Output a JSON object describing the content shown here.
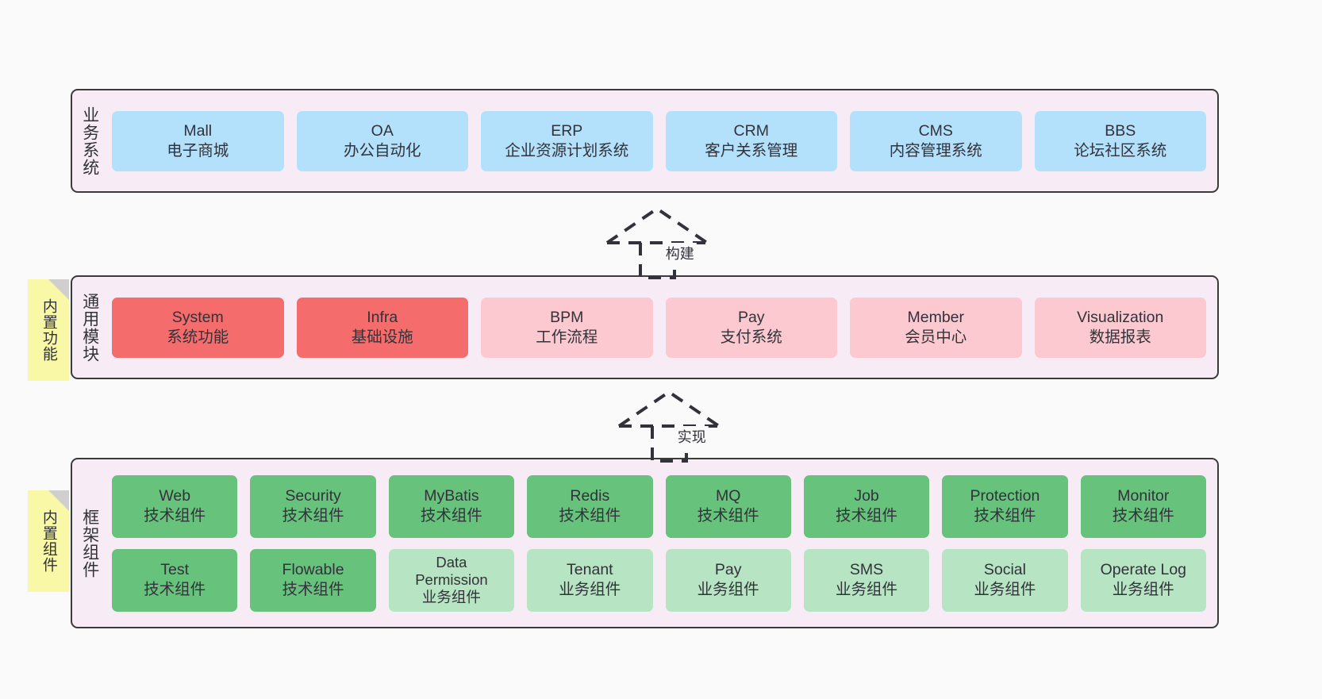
{
  "diagram": {
    "background_color": "#fafafa",
    "panel_color": "#f7ecf5",
    "border_color": "#3b3b3b",
    "note_color": "#f8f8a6"
  },
  "layers": [
    {
      "id": "business-system",
      "title": "业务系统",
      "rows": [
        [
          {
            "en": "Mall",
            "cn": "电子商城",
            "color": "#b3e0fb",
            "style": "c-blue"
          },
          {
            "en": "OA",
            "cn": "办公自动化",
            "color": "#b3e0fb",
            "style": "c-blue"
          },
          {
            "en": "ERP",
            "cn": "企业资源计划系统",
            "color": "#b3e0fb",
            "style": "c-blue"
          },
          {
            "en": "CRM",
            "cn": "客户关系管理",
            "color": "#b3e0fb",
            "style": "c-blue"
          },
          {
            "en": "CMS",
            "cn": "内容管理系统",
            "color": "#b3e0fb",
            "style": "c-blue"
          },
          {
            "en": "BBS",
            "cn": "论坛社区系统",
            "color": "#b3e0fb",
            "style": "c-blue"
          }
        ]
      ]
    },
    {
      "id": "common-module",
      "title": "通用模块",
      "note": "内置功能",
      "rows": [
        [
          {
            "en": "System",
            "cn": "系统功能",
            "color": "#f56c6c",
            "style": "c-red"
          },
          {
            "en": "Infra",
            "cn": "基础设施",
            "color": "#f56c6c",
            "style": "c-red"
          },
          {
            "en": "BPM",
            "cn": "工作流程",
            "color": "#fbc9cf",
            "style": "c-pink"
          },
          {
            "en": "Pay",
            "cn": "支付系统",
            "color": "#fbc9cf",
            "style": "c-pink"
          },
          {
            "en": "Member",
            "cn": "会员中心",
            "color": "#fbc9cf",
            "style": "c-pink"
          },
          {
            "en": "Visualization",
            "cn": "数据报表",
            "color": "#fbc9cf",
            "style": "c-pink"
          }
        ]
      ]
    },
    {
      "id": "framework-component",
      "title": "框架组件",
      "note": "内置组件",
      "rows": [
        [
          {
            "en": "Web",
            "cn": "技术组件",
            "color": "#67c27c",
            "style": "c-green"
          },
          {
            "en": "Security",
            "cn": "技术组件",
            "color": "#67c27c",
            "style": "c-green"
          },
          {
            "en": "MyBatis",
            "cn": "技术组件",
            "color": "#67c27c",
            "style": "c-green"
          },
          {
            "en": "Redis",
            "cn": "技术组件",
            "color": "#67c27c",
            "style": "c-green"
          },
          {
            "en": "MQ",
            "cn": "技术组件",
            "color": "#67c27c",
            "style": "c-green"
          },
          {
            "en": "Job",
            "cn": "技术组件",
            "color": "#67c27c",
            "style": "c-green"
          },
          {
            "en": "Protection",
            "cn": "技术组件",
            "color": "#67c27c",
            "style": "c-green"
          },
          {
            "en": "Monitor",
            "cn": "技术组件",
            "color": "#67c27c",
            "style": "c-green"
          }
        ],
        [
          {
            "en": "Test",
            "cn": "技术组件",
            "color": "#67c27c",
            "style": "c-green"
          },
          {
            "en": "Flowable",
            "cn": "技术组件",
            "color": "#67c27c",
            "style": "c-green"
          },
          {
            "en": "Data Permission",
            "cn": "业务组件",
            "color": "#b7e4c2",
            "style": "c-greenlight"
          },
          {
            "en": "Tenant",
            "cn": "业务组件",
            "color": "#b7e4c2",
            "style": "c-greenlight"
          },
          {
            "en": "Pay",
            "cn": "业务组件",
            "color": "#b7e4c2",
            "style": "c-greenlight"
          },
          {
            "en": "SMS",
            "cn": "业务组件",
            "color": "#b7e4c2",
            "style": "c-greenlight"
          },
          {
            "en": "Social",
            "cn": "业务组件",
            "color": "#b7e4c2",
            "style": "c-greenlight"
          },
          {
            "en": "Operate Log",
            "cn": "业务组件",
            "color": "#b7e4c2",
            "style": "c-greenlight"
          }
        ]
      ]
    }
  ],
  "connectors": [
    {
      "id": "build",
      "label": "构建"
    },
    {
      "id": "implement",
      "label": "实现"
    }
  ]
}
